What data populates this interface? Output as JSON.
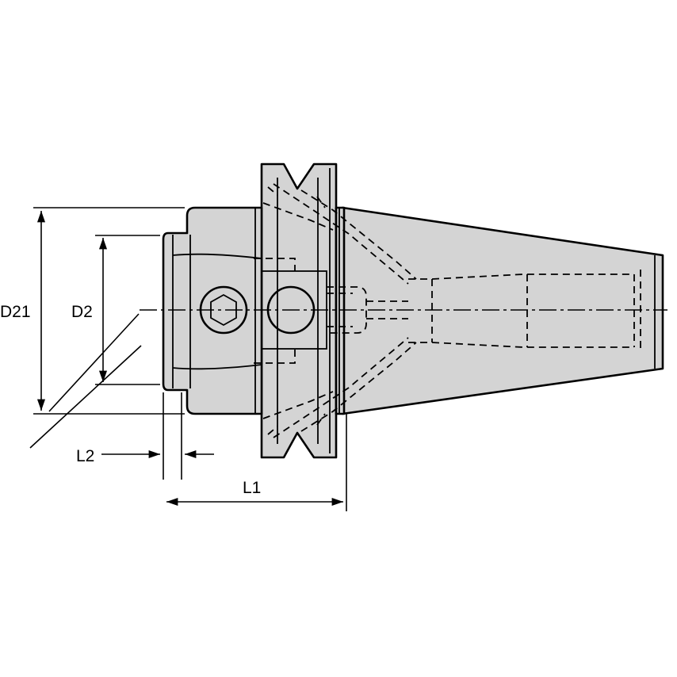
{
  "diagram": {
    "labels": {
      "d21": "D21",
      "d2": "D2",
      "l2": "L2",
      "l1": "L1"
    },
    "colors": {
      "body_fill": "#d4d4d4",
      "line": "#000000",
      "background": "#ffffff"
    }
  }
}
